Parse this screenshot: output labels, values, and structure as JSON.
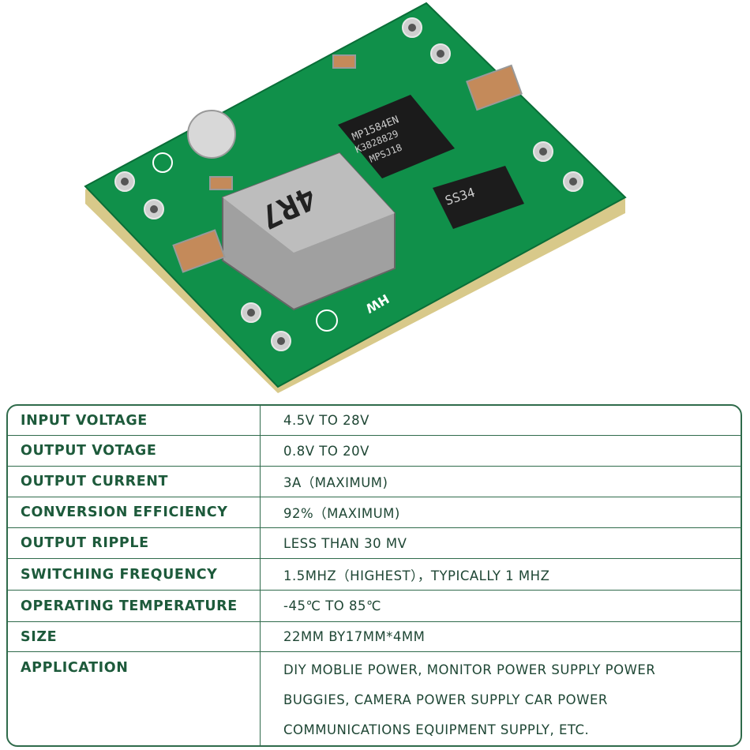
{
  "product_image": {
    "alt_markings": [
      "MP1584EN",
      "K3828829",
      "MPSJ18",
      "SS34",
      "4R7",
      "HW"
    ],
    "colors": {
      "pcb": "#10904a",
      "pad": "#c8c8c8",
      "chip": "#1b1b1b",
      "inductor": "#9d9d9d",
      "capacitor": "#c48a5a"
    }
  },
  "table": {
    "colors": {
      "border": "#2f6b4b",
      "label": "#1d5a3b",
      "value": "#1e4634"
    },
    "rows": [
      {
        "label": "INPUT VOLTAGE",
        "value": "4.5V TO 28V"
      },
      {
        "label": "OUTPUT VOTAGE",
        "value": "0.8V TO 20V"
      },
      {
        "label": "OUTPUT CURRENT",
        "value": "3A（MAXIMUM)"
      },
      {
        "label": "CONVERSION EFFICIENCY",
        "value": "92%（MAXIMUM)"
      },
      {
        "label": "OUTPUT RIPPLE",
        "value": "LESS THAN 30 MV"
      },
      {
        "label": "SWITCHING FREQUENCY",
        "value": "1.5MHZ（HIGHEST），TYPICALLY 1 MHZ"
      },
      {
        "label": "OPERATING TEMPERATURE",
        "value": "-45℃ TO 85℃"
      },
      {
        "label": "SIZE",
        "value": "22MM BY17MM*4MM"
      }
    ],
    "application": {
      "label": "APPLICATION",
      "lines": [
        "DIY MOBLIE POWER,  MONITOR POWER SUPPLY POWER",
        "BUGGIES,  CAMERA POWER SUPPLY CAR POWER",
        "COMMUNICATIONS EQUIPMENT SUPPLY,  ETC."
      ]
    }
  }
}
